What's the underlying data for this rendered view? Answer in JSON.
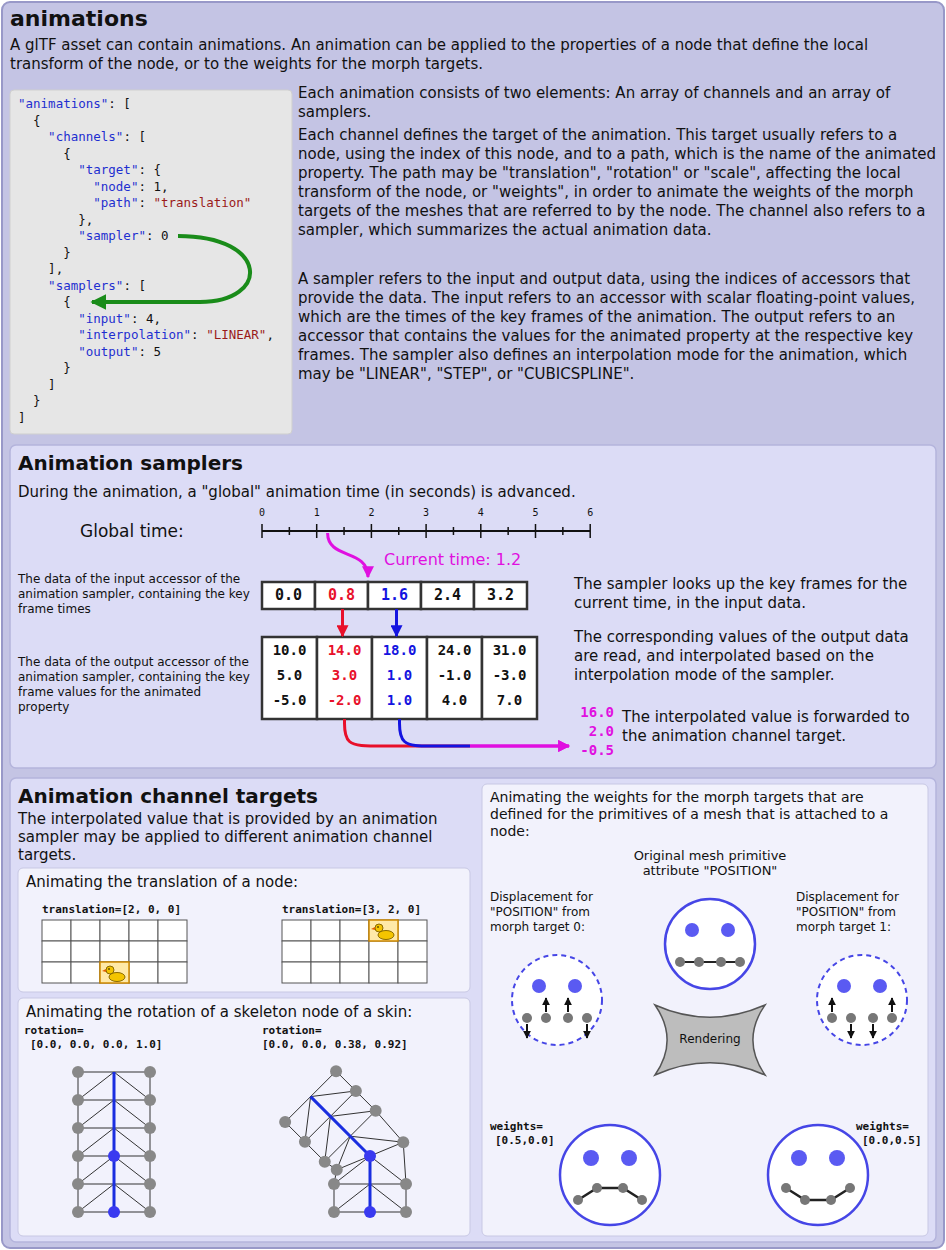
{
  "diagram": {
    "title": "animations",
    "nodes": [
      {
        "text": [
          "A glTF asset can contain animations. An animation can be applied to the properties of a node that define the local transform of the node, or to the weights for the morph targets.",
          "Each animation consists of two elements: An array of channels and an array of samplers.",
          "Each channel defines the target of the animation. This target usually refers to a node, using the index of this node, and to a path, which is the name of the animated property. The path may be \"translation\", \"rotation\" or \"scale\", affecting the local transform of the node, or \"weights\", in order to animate the weights of the morph targets of the meshes that are referred to by the node. The channel also refers to a sampler, which summarizes the actual animation data.",
          "A sampler refers to the input and output data, using the indices of accessors that provide the data. The input refers to an accessor with scalar floating-point values, which are the times of the key frames of the animation. The output refers to an accessor that contains the values for the animated property at the respective key frames. The sampler also defines an interpolation mode for the animation, which may be \"LINEAR\", \"STEP\", or \"CUBICSPLINE\"."
        ]
      },
      {
        "text": [
          "\"animations\": [",
          "  {",
          "    \"channels\": [",
          "      {",
          "        \"target\": {",
          "          \"node\": 1,",
          "          \"path\": \"translation\"",
          "        },",
          "        \"sampler\": 0",
          "      }",
          "    ],",
          "    \"samplers\": [",
          "      {",
          "        \"input\": 4,",
          "        \"interpolation\": \"LINEAR\",",
          "        \"output\": 5",
          "      }",
          "    ]",
          "  }",
          "]"
        ],
        "in": 0
      },
      {
        "text": [
          "Animation samplers",
          "During the animation, a \"global\" animation time (in seconds) is advanced."
        ],
        "in": 0
      },
      {
        "text": [
          "0.0"
        ],
        "in": 2
      },
      {
        "text": [
          "0.8"
        ],
        "in": 2
      },
      {
        "text": [
          "1.6"
        ],
        "in": 2
      },
      {
        "text": [
          "2.4"
        ],
        "in": 2
      },
      {
        "text": [
          "3.2"
        ],
        "in": 2
      },
      {
        "text": [
          "10.0",
          "5.0",
          "-5.0"
        ],
        "in": 2
      },
      {
        "text": [
          "14.0",
          "3.0",
          "-2.0"
        ],
        "in": 2
      },
      {
        "text": [
          "18.0",
          "1.0",
          "1.0"
        ],
        "in": 2
      },
      {
        "text": [
          "24.0",
          "-1.0",
          "4.0"
        ],
        "in": 2
      },
      {
        "text": [
          "31.0",
          "-3.0",
          "7.0"
        ],
        "in": 2
      },
      {
        "text": [
          "16.0",
          "2.0",
          "-0.5"
        ],
        "in": 2
      },
      {
        "text": [
          "Animation channel targets",
          "The interpolated value that is provided by an animation sampler may be applied to different animation channel targets."
        ],
        "in": 0
      },
      {
        "text": [
          "Animating the translation of a node:"
        ],
        "in": 14
      },
      {
        "text": [
          "Animating the rotation of a skeleton node of a skin:"
        ],
        "in": 14
      },
      {
        "text": [
          "Animating the weights for the morph targets that are defined for the primitives of a mesh that is attached to a node:"
        ],
        "in": 14
      },
      {
        "text": [
          "Rendering"
        ],
        "in": 17
      }
    ],
    "edges": [
      {
        "from": 4,
        "to": 9,
        "arrow": "to"
      },
      {
        "from": 5,
        "to": 10,
        "arrow": "to"
      },
      {
        "from": 9,
        "to": 13,
        "arrow": "to"
      },
      {
        "from": 10,
        "to": 13,
        "arrow": "to"
      }
    ],
    "labels": [
      "Global time:",
      "0",
      "1",
      "2",
      "3",
      "4",
      "5",
      "6",
      "Current time: 1.2",
      "The data of the input accessor of the animation sampler, containing the key frame times",
      "The data of the output accessor of the animation sampler, containing the key frame values for the animated property",
      "The sampler looks up the key frames for the current time, in the input data.",
      "The corresponding values of the output data are read, and interpolated based on the interpolation mode of the sampler.",
      "The interpolated value is forwarded to the animation channel target.",
      "translation=[2, 0, 0]",
      "translation=[3, 2, 0]",
      "rotation=",
      "[0.0, 0.0, 0.0, 1.0]",
      "rotation=",
      "[0.0, 0.0, 0.38, 0.92]",
      "Displacement for \"POSITION\" from morph target 0:",
      "Original mesh primitive attribute \"POSITION\"",
      "Displacement for \"POSITION\" from morph target 1:",
      "weights=",
      "[0.5,0.0]",
      "weights=",
      "[0.0,0.5]"
    ]
  }
}
